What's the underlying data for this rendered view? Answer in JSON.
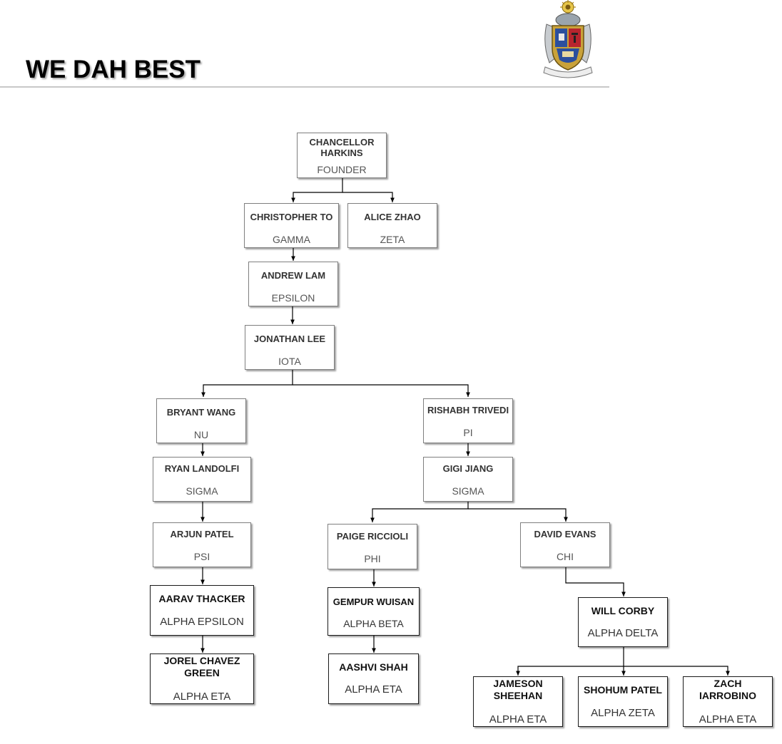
{
  "page": {
    "title": "WE DAH BEST",
    "crest_icon": "fraternity-crest-icon"
  },
  "colors": {
    "box_border": "#7f7f7f",
    "box_border_strong": "#1a1a1a",
    "connector": "#000000",
    "divider": "#c8c8c8",
    "name_text": "#333333",
    "role_text": "#555555"
  },
  "nodes": {
    "chancellor": {
      "name": "CHANCELLOR HARKINS",
      "role": "FOUNDER"
    },
    "christopher": {
      "name": "CHRISTOPHER TO",
      "role": "GAMMA"
    },
    "alice": {
      "name": "ALICE ZHAO",
      "role": "ZETA"
    },
    "andrew": {
      "name": "ANDREW LAM",
      "role": "EPSILON"
    },
    "jonathan": {
      "name": "JONATHAN LEE",
      "role": "IOTA"
    },
    "bryant": {
      "name": "BRYANT WANG",
      "role": "NU"
    },
    "rishabh": {
      "name": "RISHABH TRIVEDI",
      "role": "PI"
    },
    "ryan": {
      "name": "RYAN LANDOLFI",
      "role": "SIGMA"
    },
    "gigi": {
      "name": "GIGI JIANG",
      "role": "SIGMA"
    },
    "arjun": {
      "name": "ARJUN PATEL",
      "role": "PSI"
    },
    "paige": {
      "name": "PAIGE RICCIOLI",
      "role": "PHI"
    },
    "david": {
      "name": "DAVID EVANS",
      "role": "CHI"
    },
    "aarav": {
      "name": "AARAV THACKER",
      "role": "ALPHA EPSILON"
    },
    "gempur": {
      "name": "GEMPUR WUISAN",
      "role": "ALPHA BETA"
    },
    "will": {
      "name": "WILL CORBY",
      "role": "ALPHA DELTA"
    },
    "jorel": {
      "name": "JOREL CHAVEZ GREEN",
      "role": "ALPHA ETA"
    },
    "aashvi": {
      "name": "AASHVI SHAH",
      "role": "ALPHA ETA"
    },
    "jameson": {
      "name": "JAMESON SHEEHAN",
      "role": "ALPHA ETA"
    },
    "shohum": {
      "name": "SHOHUM PATEL",
      "role": "ALPHA ZETA"
    },
    "zach": {
      "name": "ZACH IARROBINO",
      "role": "ALPHA ETA"
    }
  }
}
